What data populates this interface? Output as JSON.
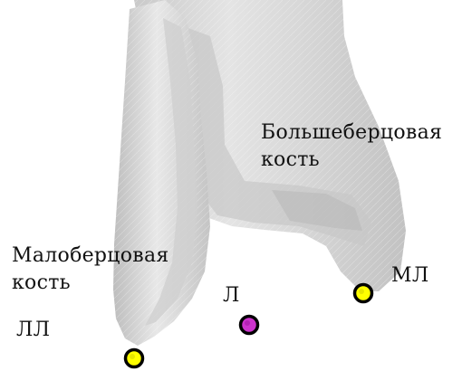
{
  "labels": {
    "tibia": [
      "Большеберцовая",
      "кость"
    ],
    "fibula": [
      "Малоберцовая",
      "кость"
    ],
    "lateral_malleolus": "ЛЛ",
    "marker_l": "Л",
    "medial_malleolus": "МЛ"
  },
  "colors": {
    "bone": "#d3d3d3",
    "bone_light": "#eeeeee",
    "bone_shadow": "#b5b5b5",
    "marker_ring": "#000000",
    "marker_yellow": "#ffff00",
    "marker_magenta": "#cc33cc",
    "text": "#111111"
  },
  "markers": [
    {
      "name": "lateral-malleolus-marker",
      "color": "yellow"
    },
    {
      "name": "center-marker",
      "color": "magenta"
    },
    {
      "name": "medial-malleolus-marker",
      "color": "yellow"
    }
  ]
}
